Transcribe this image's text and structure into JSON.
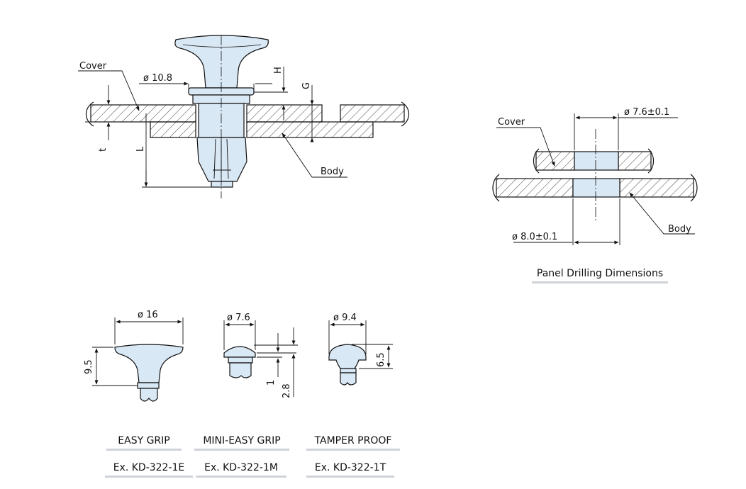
{
  "main_assembly": {
    "cover_label": "Cover",
    "body_label": "Body",
    "dia_label": "ø 10.8",
    "dim_h": "H",
    "dim_g": "G",
    "dim_t": "t",
    "dim_l": "L"
  },
  "panel_drilling": {
    "cover_label": "Cover",
    "body_label": "Body",
    "top_dia": "ø 7.6±0.1",
    "bottom_dia": "ø 8.0±0.1",
    "caption": "Panel Drilling Dimensions"
  },
  "variants": [
    {
      "name": "EASY GRIP",
      "example": "Ex. KD-322-1E",
      "dia": "ø 16",
      "height": "9.5"
    },
    {
      "name": "MINI-EASY GRIP",
      "example": "Ex. KD-322-1M",
      "dia": "ø 7.6",
      "dim_small": "1",
      "dim_tall": "2.8"
    },
    {
      "name": "TAMPER PROOF",
      "example": "Ex. KD-322-1T",
      "dia": "ø 9.4",
      "height": "6.5"
    }
  ],
  "colors": {
    "part_fill": "#d9e8f5",
    "line": "#111111",
    "caption_underline": "#cfd3d8"
  }
}
